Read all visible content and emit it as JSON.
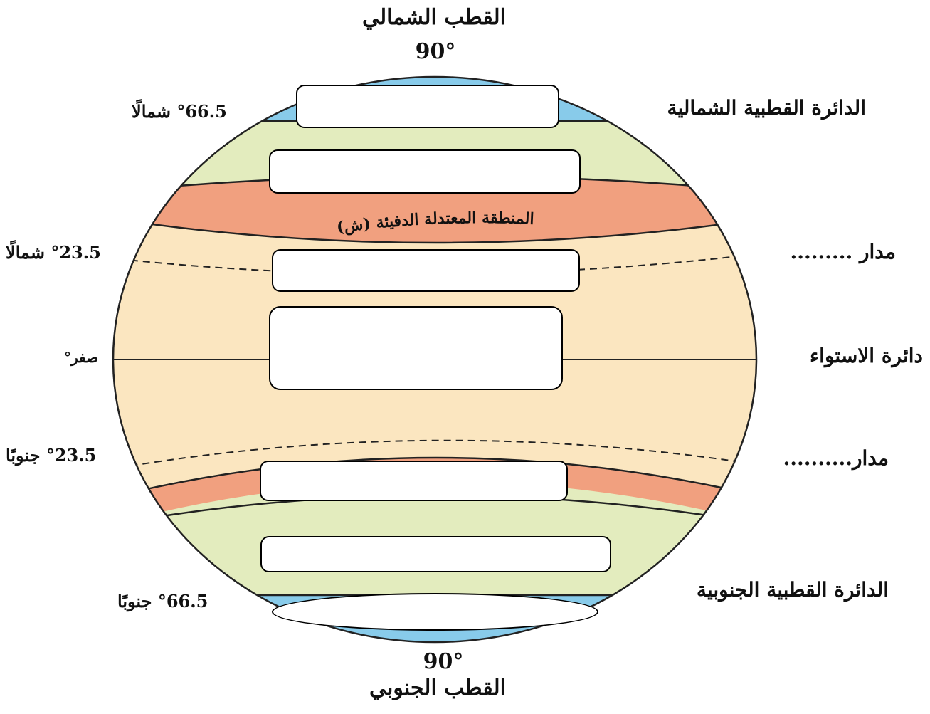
{
  "title_top": {
    "name": "القطب الشمالي",
    "degree": "90°"
  },
  "title_bottom": {
    "name": "القطب الجنوبي",
    "degree": "90°"
  },
  "right_labels": {
    "arctic_circle": "الدائرة القطبية الشمالية",
    "tropic_north": "مدار .........",
    "equator": "دائرة الاستواء",
    "tropic_south": "مدار..........",
    "antarctic_circle": "الدائرة القطبية الجنوبية"
  },
  "left_labels": {
    "arctic_circle": "°66.5 شمالًا",
    "tropic_north": "°23.5 شمالًا",
    "equator": "صفر°",
    "tropic_south": "°23.5 جنوبًا",
    "antarctic_circle": "°66.5 جنوبًا"
  },
  "zone_label_north_warm_temperate": "المنطقة المعتدلة الدفيئة (ش)",
  "colors": {
    "polar": "#88cbea",
    "cold_temperate": "#e3ecbe",
    "warm_temperate": "#f1a07f",
    "tropical": "#fbe6c0",
    "outline": "#222222"
  }
}
